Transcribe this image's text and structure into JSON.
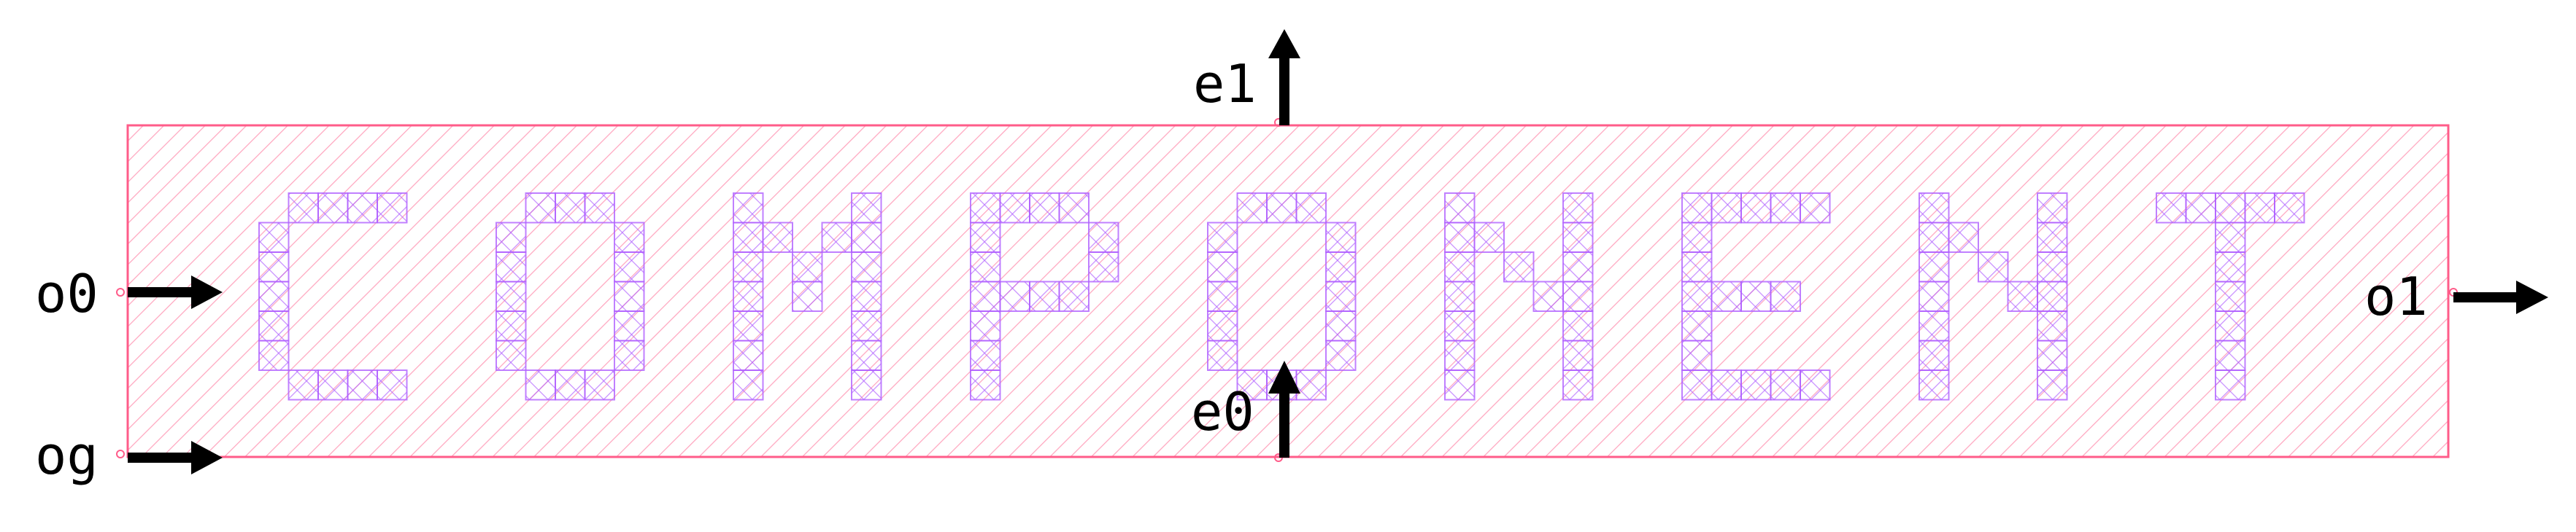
{
  "component": {
    "name": "COMPONENT",
    "body_color": "#ff5c8a",
    "text_color": "#b060ff",
    "hatch": "diagonal"
  },
  "ports": [
    {
      "name": "e1",
      "direction": "up",
      "side": "top"
    },
    {
      "name": "o0",
      "direction": "right",
      "side": "left"
    },
    {
      "name": "o1",
      "direction": "right",
      "side": "right"
    },
    {
      "name": "og",
      "direction": "right",
      "side": "left"
    },
    {
      "name": "e0",
      "direction": "up",
      "side": "bottom"
    }
  ],
  "colors": {
    "arrow": "#000000",
    "background": "#ffffff"
  }
}
